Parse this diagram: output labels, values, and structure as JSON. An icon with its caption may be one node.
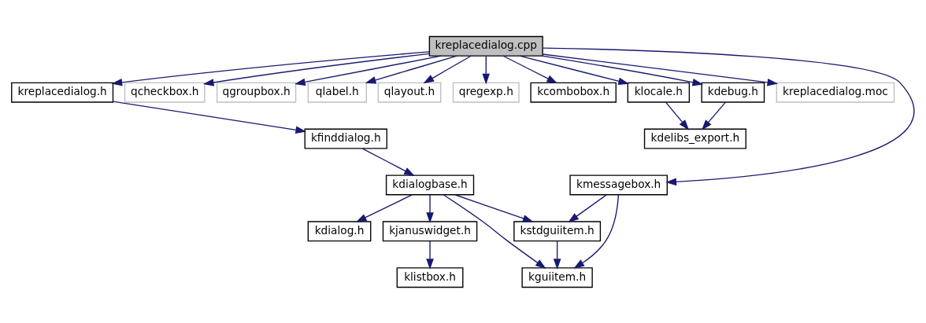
{
  "diagram": {
    "nodes": [
      {
        "text": [
          "kreplacedialog.cpp"
        ]
      },
      {
        "text": [
          "kreplacedialog.h"
        ]
      },
      {
        "text": [
          "qcheckbox.h"
        ]
      },
      {
        "text": [
          "qgroupbox.h"
        ]
      },
      {
        "text": [
          "qlabel.h"
        ]
      },
      {
        "text": [
          "qlayout.h"
        ]
      },
      {
        "text": [
          "qregexp.h"
        ]
      },
      {
        "text": [
          "kcombobox.h"
        ]
      },
      {
        "text": [
          "klocale.h"
        ]
      },
      {
        "text": [
          "kdebug.h"
        ]
      },
      {
        "text": [
          "kreplacedialog.moc"
        ]
      },
      {
        "text": [
          "kfinddialog.h"
        ]
      },
      {
        "text": [
          "kdelibs_export.h"
        ]
      },
      {
        "text": [
          "kdialogbase.h"
        ]
      },
      {
        "text": [
          "kmessagebox.h"
        ]
      },
      {
        "text": [
          "kdialog.h"
        ]
      },
      {
        "text": [
          "kjanuswidget.h"
        ]
      },
      {
        "text": [
          "kstdguiitem.h"
        ]
      },
      {
        "text": [
          "klistbox.h"
        ]
      },
      {
        "text": [
          "kguiitem.h"
        ]
      }
    ],
    "edges": [
      {
        "from": 0,
        "to": 1,
        "arrow": "to"
      },
      {
        "from": 0,
        "to": 2,
        "arrow": "to"
      },
      {
        "from": 0,
        "to": 3,
        "arrow": "to"
      },
      {
        "from": 0,
        "to": 4,
        "arrow": "to"
      },
      {
        "from": 0,
        "to": 5,
        "arrow": "to"
      },
      {
        "from": 0,
        "to": 6,
        "arrow": "to"
      },
      {
        "from": 0,
        "to": 7,
        "arrow": "to"
      },
      {
        "from": 0,
        "to": 8,
        "arrow": "to"
      },
      {
        "from": 0,
        "to": 9,
        "arrow": "to"
      },
      {
        "from": 0,
        "to": 14,
        "arrow": "to"
      },
      {
        "from": 0,
        "to": 10,
        "arrow": "to"
      },
      {
        "from": 1,
        "to": 11,
        "arrow": "to"
      },
      {
        "from": 8,
        "to": 12,
        "arrow": "to"
      },
      {
        "from": 9,
        "to": 12,
        "arrow": "to"
      },
      {
        "from": 11,
        "to": 13,
        "arrow": "to"
      },
      {
        "from": 13,
        "to": 15,
        "arrow": "to"
      },
      {
        "from": 13,
        "to": 16,
        "arrow": "to"
      },
      {
        "from": 13,
        "to": 17,
        "arrow": "to"
      },
      {
        "from": 13,
        "to": 19,
        "arrow": "to"
      },
      {
        "from": 14,
        "to": 17,
        "arrow": "to"
      },
      {
        "from": 14,
        "to": 19,
        "arrow": "to"
      },
      {
        "from": 16,
        "to": 18,
        "arrow": "to"
      },
      {
        "from": 17,
        "to": 19,
        "arrow": "to"
      }
    ]
  }
}
